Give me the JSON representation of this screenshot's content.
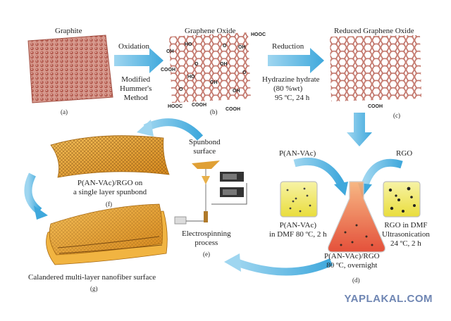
{
  "steps": {
    "graphite": {
      "title": "Graphite",
      "tag": "(a)"
    },
    "oxidation": {
      "label": "Oxidation",
      "method": "Modified\nHummer's\nMethod"
    },
    "graphene_oxide": {
      "title": "Graphene Oxide",
      "tag": "(b)"
    },
    "reduction": {
      "label": "Reduction",
      "reagent": "Hydrazine hydrate",
      "conc": "(80 %wt)",
      "cond": "95 ºC, 24 h"
    },
    "rgo": {
      "title": "Reduced Graphene Oxide",
      "tag": "(c)"
    },
    "pan": {
      "label": "P(AN-VAc)",
      "beaker": "P(AN-VAc)\nin DMF 80 ºC, 2 h"
    },
    "rgo_disp": {
      "label": "RGO",
      "beaker": "RGO in DMF\nUltrasonication\n24 ºC, 2 h"
    },
    "mix": {
      "label": "P(AN-VAc)/RGO\n80 ºC, overnight",
      "tag": "(d)"
    },
    "electro": {
      "label": "Electrospinning\nprocess",
      "tag": "(e)",
      "surface": "Spunbond\nsurface"
    },
    "single": {
      "label": "P(AN-VAc)/RGO on\na single layer spunbond",
      "tag": "(f)"
    },
    "multi": {
      "label": "Calandered multi-layer nanofiber surface",
      "tag": "(g)"
    }
  },
  "go_groups": {
    "hooc_top": "HOOC",
    "oh1": "OH",
    "ho1": "HO",
    "o1": "O",
    "oh2": "OH",
    "cooh1": "COOH",
    "o2": "O",
    "oh3": "OH",
    "ho2": "HO",
    "o3": "O",
    "oh4": "OH",
    "o4": "O",
    "oh5": "OH",
    "hooc_bot": "HOOC",
    "cooh2": "COOH",
    "cooh3": "COOH"
  },
  "rgo_groups": {
    "cooh": "COOH"
  },
  "watermark": "YAPLAKAL.COM",
  "colors": {
    "arrow": "#57b5e0",
    "lattice": "#b7645a",
    "fabric": "#e19a2a",
    "solution": "#f0ea5a"
  }
}
